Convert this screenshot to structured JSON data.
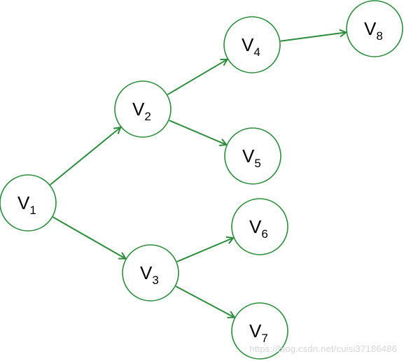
{
  "colors": {
    "edge": "#2e8b3e",
    "node_border": "#2e8b3e",
    "label": "#000000",
    "watermark": "#d6d6d6"
  },
  "nodes": [
    {
      "id": "v1",
      "letter": "V",
      "sub": "1"
    },
    {
      "id": "v2",
      "letter": "V",
      "sub": "2"
    },
    {
      "id": "v3",
      "letter": "V",
      "sub": "3"
    },
    {
      "id": "v4",
      "letter": "V",
      "sub": "4"
    },
    {
      "id": "v5",
      "letter": "V",
      "sub": "5"
    },
    {
      "id": "v6",
      "letter": "V",
      "sub": "6"
    },
    {
      "id": "v7",
      "letter": "V",
      "sub": "7"
    },
    {
      "id": "v8",
      "letter": "V",
      "sub": "8"
    }
  ],
  "edges": [
    {
      "from": "v1",
      "to": "v2"
    },
    {
      "from": "v1",
      "to": "v3"
    },
    {
      "from": "v2",
      "to": "v4"
    },
    {
      "from": "v2",
      "to": "v5"
    },
    {
      "from": "v3",
      "to": "v6"
    },
    {
      "from": "v3",
      "to": "v7"
    },
    {
      "from": "v4",
      "to": "v8"
    }
  ],
  "watermark": "https://blog.csdn.net/cuisi37186486"
}
